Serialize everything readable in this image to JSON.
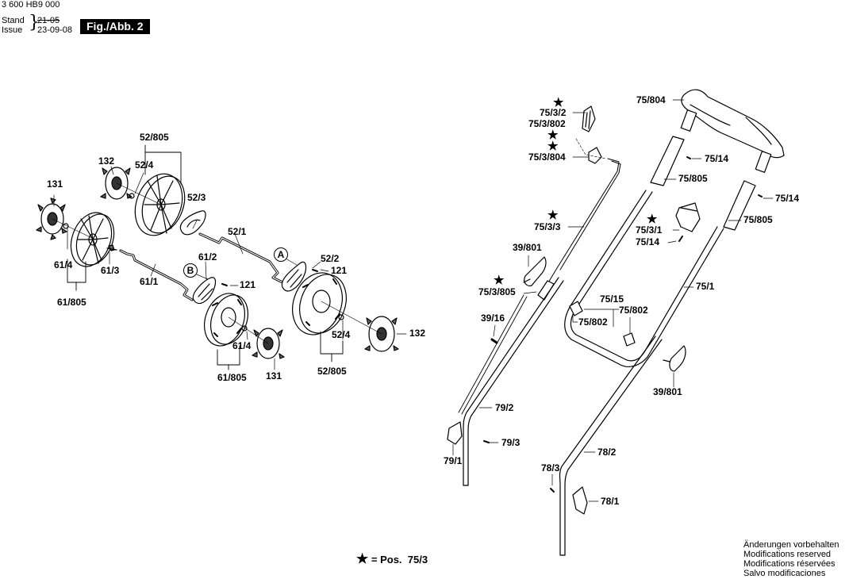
{
  "header": {
    "document_number": "3 600 HB9 000",
    "stand_label": "Stand",
    "issue_label": "Issue",
    "stand_date_struck": "21-05",
    "issue_date": "23-09-08",
    "figure_label": "Fig./Abb. 2"
  },
  "callouts": {
    "a": "A",
    "b": "B"
  },
  "labels": {
    "p52_805_top": "52/805",
    "p132_top": "132",
    "p52_4_top": "52/4",
    "p131_top": "131",
    "p52_3": "52/3",
    "p52_1": "52/1",
    "p61_2": "61/2",
    "p61_4_left": "61/4",
    "p61_3": "61/3",
    "p61_1": "61/1",
    "p61_805_left": "61/805",
    "p52_2": "52/2",
    "p121_a": "121",
    "p121_b": "121",
    "p61_4_bottom": "61/4",
    "p61_805_bottom": "61/805",
    "p131_bottom": "131",
    "p52_4_bottom": "52/4",
    "p52_805_bottom": "52/805",
    "p132_bottom": "132",
    "p75_3_2": "75/3/2",
    "p75_3_802": "75/3/802",
    "p75_3_804": "75/3/804",
    "p75_3_3": "75/3/3",
    "p39_801_left": "39/801",
    "p75_3_805": "75/3/805",
    "p39_16": "39/16",
    "p75_804": "75/804",
    "p75_14_a": "75/14",
    "p75_805_a": "75/805",
    "p75_14_b": "75/14",
    "p75_3_1": "75/3/1",
    "p75_805_b": "75/805",
    "p75_14_c": "75/14",
    "p75_1": "75/1",
    "p75_15": "75/15",
    "p75_802_a": "75/802",
    "p75_802_b": "75/802",
    "p39_801_right": "39/801",
    "p79_2": "79/2",
    "p79_3": "79/3",
    "p79_1": "79/1",
    "p78_2": "78/2",
    "p78_3": "78/3",
    "p78_1": "78/1"
  },
  "star_symbol": "★",
  "legend": {
    "star": "★",
    "text": "= Pos.  75/3"
  },
  "notice": [
    "Änderungen vorbehalten",
    "Modifications reserved",
    "Modifications réservées",
    "Salvo modificaciones"
  ]
}
